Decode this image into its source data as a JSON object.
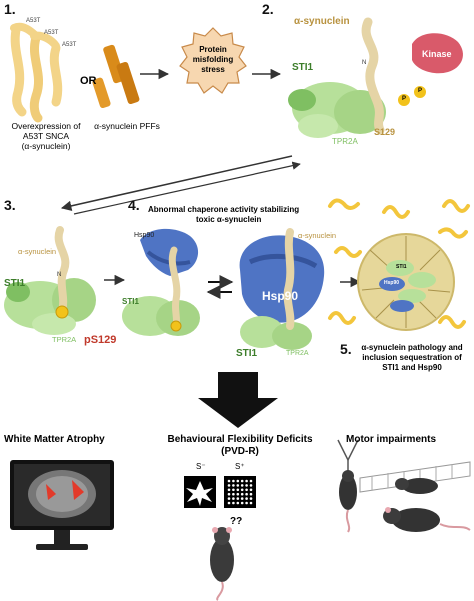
{
  "steps": {
    "s1": "1.",
    "s2": "2.",
    "s3": "3.",
    "s4": "4.",
    "s5": "5."
  },
  "panel1": {
    "mutation_label": "A53T",
    "or_label": "OR",
    "overexpression_line1": "Overexpression of",
    "overexpression_line2": "A53T SNCA",
    "overexpression_line3": "(α-synuclein)",
    "pff_label": "α-synuclein PFFs",
    "stress_line1": "Protein",
    "stress_line2": "misfolding",
    "stress_line3": "stress"
  },
  "panel2": {
    "asyn_label": "α-synuclein",
    "sti1_label": "STI1",
    "n_label": "N",
    "kinase_label": "Kinase",
    "p_label": "P",
    "tpr2a_label": "TPR2A",
    "s129_label": "S129"
  },
  "panel3": {
    "asyn_label": "α-synuclein",
    "sti1_label": "STI1",
    "n_label": "N",
    "tpr2a_label": "TPR2A",
    "ps129_label": "pS129"
  },
  "panel4": {
    "title_line1": "Abnormal chaperone activity stabilizing",
    "title_line2": "toxic α-synuclein",
    "hsp90_small_label": "Hsp90",
    "sti1_label": "STI1",
    "asyn_label": "α-synuclein",
    "hsp90_big_label": "Hsp90",
    "sti1_bottom_label": "STI1",
    "tpr2a_label": "TPR2A"
  },
  "panel5": {
    "sti1_label": "STI1",
    "hsp90_label": "Hsp90",
    "caption_line1": "α-synuclein pathology and",
    "caption_line2": "inclusion sequestration of",
    "caption_line3": "STI1 and Hsp90"
  },
  "outcomes": {
    "wm_title": "White Matter Atrophy",
    "beh_title": "Behavioural Flexibility Deficits",
    "beh_subtitle": "(PVD-R)",
    "s_minus": "S⁻",
    "s_plus": "S⁺",
    "question": "??",
    "motor_title": "Motor impairments"
  },
  "colors": {
    "asyn_fibril": "#f3d488",
    "pff": "#d98b1a",
    "sti1": "#b7e09a",
    "sti1_dark": "#7fbf62",
    "hsp90": "#4f74c4",
    "kinase": "#d95a6a",
    "phospho": "#f2c21b",
    "text_gold": "#b8923f",
    "text_green": "#3c7d2a",
    "text_red": "#c0392b",
    "inclusion": "#e6d79a",
    "arrow": "#333333"
  }
}
